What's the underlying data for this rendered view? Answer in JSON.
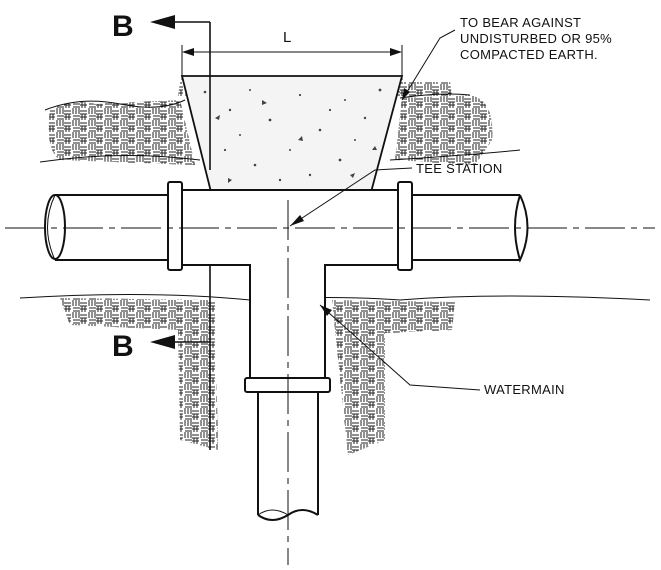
{
  "labels": {
    "section_marker_top": "B",
    "section_marker_bottom": "B",
    "dimension": "L",
    "note_line1": "TO BEAR AGAINST",
    "note_line2": "UNDISTURBED OR 95%",
    "note_line3": "COMPACTED EARTH.",
    "tee_station": "TEE STATION",
    "watermain": "WATERMAIN"
  }
}
